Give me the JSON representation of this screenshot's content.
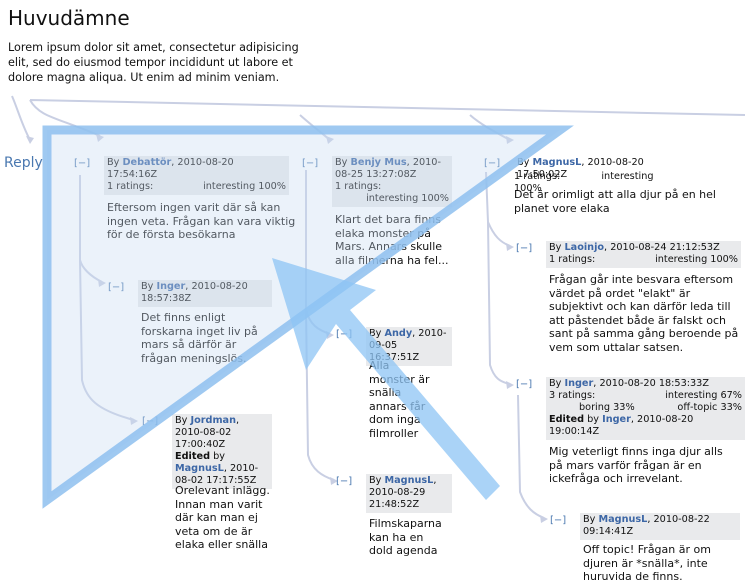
{
  "header": {
    "title": "Huvudämne",
    "intro": "Lorem ipsum dolor sit amet, consectetur adipisicing elit, sed do eiusmod tempor incididunt ut labore et dolore magna aliqua. Ut enim ad minim veniam."
  },
  "reply_label": "Reply",
  "toggle_label": "[−]",
  "comments": {
    "c1": {
      "by": "By",
      "author": "Debattör",
      "timestamp": ", 2010-08-20 17:54:16Z",
      "ratings_count": "1 ratings:",
      "rating": "interesting 100%",
      "text": "Eftersom ingen varit där så kan ingen veta. Frågan kan vara viktig för de första besökarna"
    },
    "c1a": {
      "by": "By",
      "author": "Inger",
      "timestamp": ", 2010-08-20 18:57:38Z",
      "text": "Det finns enligt forskarna inget liv på mars så därför är frågan meningslös."
    },
    "c1b": {
      "by": "By",
      "author": "Jordman",
      "timestamp": ", 2010-08-02 17:00:40Z",
      "edited": "Edited",
      "edited_by": "by",
      "editor": "MagnusL",
      "edited_time": ", 2010-08-02 17:17:55Z",
      "text": "Orelevant inlägg. Innan man varit där kan man ej veta om de är elaka eller snälla"
    },
    "c2": {
      "by": "By",
      "author": "Benjy Mus",
      "timestamp": ", 2010-08-25 13:27:08Z",
      "ratings_count": "1 ratings:",
      "rating": "interesting 100%",
      "text": "Klart det bara finns elaka monster på Mars. Annars skulle alla filmerna ha fel..."
    },
    "c2a": {
      "by": "By",
      "author": "Andy",
      "timestamp": ", 2010-09-05 16:37:51Z",
      "text": "Alla monster är snälla annars får dom inga filmroller"
    },
    "c2b": {
      "by": "By",
      "author": "MagnusL",
      "timestamp": ", 2010-08-29 21:48:52Z",
      "text": "Filmskaparna kan ha en dold agenda"
    },
    "c3": {
      "by": "By",
      "author": "MagnusL",
      "timestamp": ", 2010-08-20 17:50:02Z",
      "ratings_count": "1 ratings:",
      "rating": "interesting 100%",
      "text": "Det är orimligt att alla djur på en hel planet vore elaka"
    },
    "c3a": {
      "by": "By",
      "author": "Laoinjo",
      "timestamp": ", 2010-08-24 21:12:53Z",
      "ratings_count": "1 ratings:",
      "rating": "interesting 100%",
      "text": "Frågan går inte besvara eftersom värdet på ordet \"elakt\" är subjektivt och kan därför leda till att påstendet både är falskt och sant på samma gång beroende på vem som uttalar satsen."
    },
    "c3b": {
      "by": "By",
      "author": "Inger",
      "timestamp": ", 2010-08-20 18:53:33Z",
      "ratings_count": "3 ratings:",
      "rating_interesting": "interesting 67%",
      "rating_boring": "boring 33%",
      "rating_offtopic": "off-topic 33%",
      "edited": "Edited",
      "edited_by": "by",
      "editor": "Inger",
      "edited_time": ", 2010-08-20 19:00:14Z",
      "text": "Mig veterligt finns inga djur alls på mars varför frågan är en ickefråga och irrevelant."
    },
    "c3c": {
      "by": "By",
      "author": "MagnusL",
      "timestamp": ", 2010-08-22 09:14:41Z",
      "text": "Off topic! Frågan är om djuren är *snälla*, inte huruvida de finns."
    }
  },
  "colors": {
    "accent_blue": "#4a78b0",
    "author_blue": "#3d67a6",
    "meta_bg": "#e9eaec",
    "connector": "#c9cfe3",
    "overlay_fill": "#c6dbf1",
    "overlay_stroke": "#8ec0ee",
    "arrow": "#8ec4f4"
  }
}
